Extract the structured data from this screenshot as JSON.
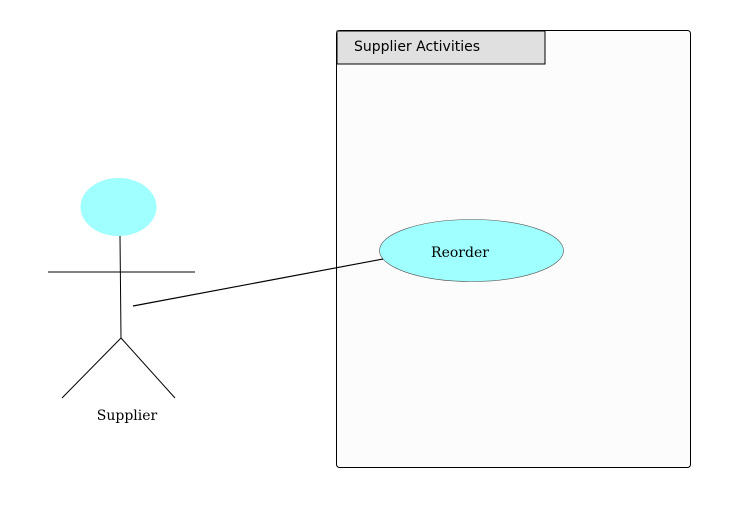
{
  "diagram": {
    "system_boundary": {
      "title": "Supplier Activities"
    },
    "actor": {
      "label": "Supplier"
    },
    "use_case": {
      "label": "Reorder"
    }
  },
  "colors": {
    "actor_head_fill": "#A0FFFF",
    "use_case_fill": "#A0FFFF",
    "boundary_fill": "#FCFCFC",
    "boundary_tab_fill": "#E0E0E0",
    "line": "#000000"
  }
}
